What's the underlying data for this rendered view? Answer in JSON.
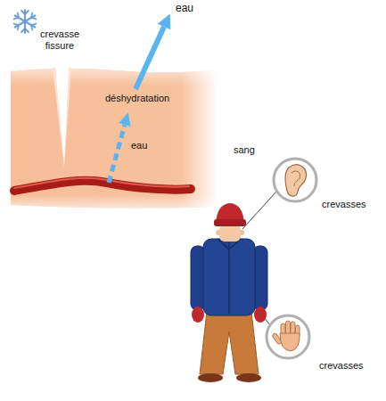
{
  "diagram": {
    "labels": [
      "eau",
      "crevasse fissure",
      "déshydratation",
      "eau",
      "sang",
      "crevasses",
      "crevasses"
    ]
  }
}
